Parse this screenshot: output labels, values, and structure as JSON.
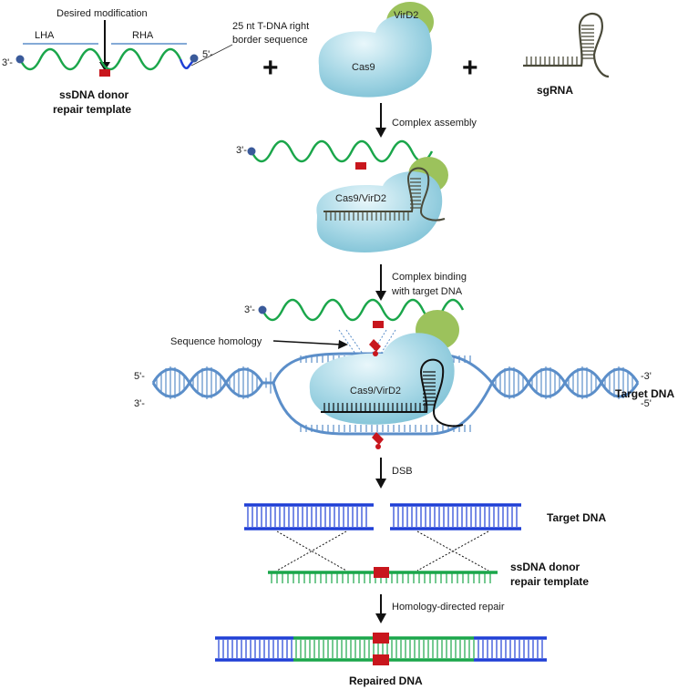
{
  "donor_panel": {
    "desired_modification": "Desired modification",
    "lha": "LHA",
    "rha": "RHA",
    "tdna_line1": "25 nt T-DNA right",
    "tdna_line2": "border sequence",
    "end_3": "3'-",
    "end_5": "5'-",
    "title_line1": "ssDNA donor",
    "title_line2": "repair template"
  },
  "components": {
    "plus": "+",
    "virD2": "VirD2",
    "cas9": "Cas9",
    "sgrna": "sgRNA"
  },
  "steps": {
    "complex_assembly": "Complex assembly",
    "complex_binding_line1": "Complex binding",
    "complex_binding_line2": "with target DNA",
    "dsb": "DSB",
    "hdr": "Homology-directed repair"
  },
  "complex": {
    "end_3": "3'-",
    "label": "Cas9/VirD2"
  },
  "binding": {
    "end_3": "3'-",
    "sequence_homology": "Sequence homology",
    "label": "Cas9/VirD2",
    "left_5": "5'-",
    "left_3": "3'-",
    "right_3": "-3'",
    "right_5": "-5'",
    "target_dna": "Target DNA"
  },
  "repair": {
    "target_dna": "Target DNA",
    "donor_line1": "ssDNA donor",
    "donor_line2": "repair template",
    "repaired_dna": "Repaired DNA"
  },
  "colors": {
    "green_strand": "#1aa64a",
    "blue_strand": "#1f3fd6",
    "red_mark": "#c8161d",
    "cas9_fill": "#a8d8e6",
    "virD2_fill": "#9cc25c",
    "dna_helix": "#5b8ec9",
    "sgrna_strand": "#4a4a3a"
  }
}
